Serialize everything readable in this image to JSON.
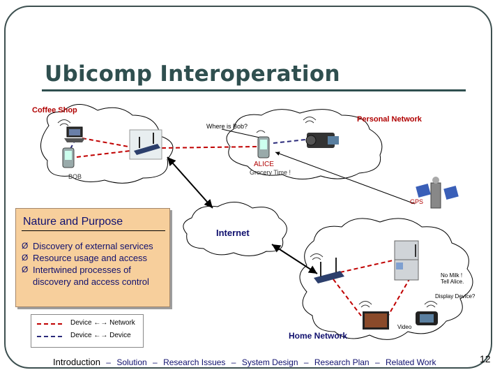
{
  "slide": {
    "title": "Ubicomp Interoperation",
    "page_number": "12"
  },
  "labels": {
    "coffee_shop": "Coffee Shop",
    "personal_network": "Personal Network",
    "where_is_bob": "Where is Bob?",
    "alice": "ALICE",
    "grocery_time": "Grocery Time !",
    "bob": "BOB",
    "gps": "GPS",
    "internet": "Internet",
    "no_milk_line1": "No Milk !",
    "no_milk_line2": "Tell Alice.",
    "display_device": "Display Device?",
    "video": "Video",
    "home_network": "Home Network"
  },
  "nature": {
    "title": "Nature and Purpose",
    "bullets": [
      "Discovery of external services",
      "Resource usage and access",
      "Intertwined processes of discovery and access control"
    ]
  },
  "legend": {
    "items": [
      {
        "label": "Device ←→ Network",
        "color": "#c00000"
      },
      {
        "label": "Device ←→ Device",
        "color": "#2a2a7a"
      }
    ]
  },
  "footer": {
    "items": [
      "Introduction",
      "Solution",
      "Research Issues",
      "System Design",
      "Research Plan",
      "Related Work"
    ],
    "separator": "–"
  },
  "icons": [
    "laptop-icon",
    "pda-icon",
    "router-icon",
    "camcorder-icon",
    "satellite-icon",
    "fridge-icon",
    "tv-icon",
    "handheld-video-icon",
    "wireless-signal-icon"
  ],
  "colors": {
    "title": "#2f4f4f",
    "accent_red": "#b00000",
    "navy": "#10106e",
    "box_fill": "#f7cf9c"
  }
}
